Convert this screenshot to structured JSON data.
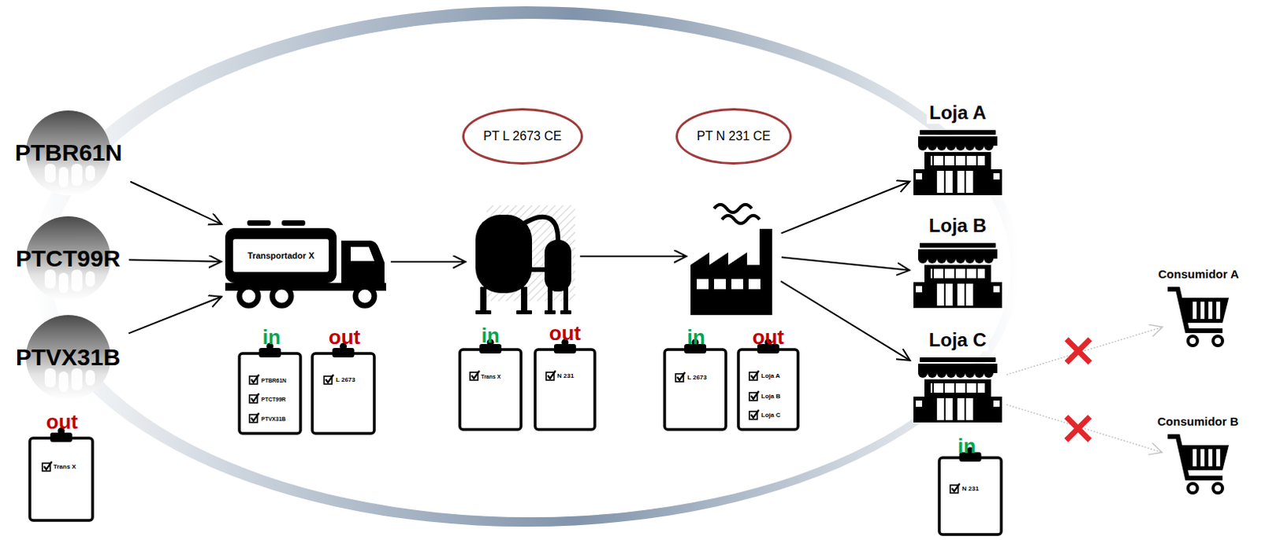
{
  "diagram": {
    "nodes": [
      {
        "text": [
          "PTBR61N"
        ]
      },
      {
        "text": [
          "PTCT99R"
        ]
      },
      {
        "text": [
          "PTVX31B"
        ]
      },
      {
        "text": [
          "Transportador X"
        ]
      },
      {
        "text": [
          "PT L 2673 CE"
        ]
      },
      {
        "text": [
          "PT N 231 CE"
        ]
      },
      {
        "text": [
          "Loja A"
        ]
      },
      {
        "text": [
          "Loja B"
        ]
      },
      {
        "text": [
          "Loja C"
        ]
      },
      {
        "text": [
          "Consumidor A"
        ]
      },
      {
        "text": [
          "Consumidor B"
        ]
      }
    ],
    "edges": [
      {
        "from": 0,
        "to": 3,
        "arrow": "to"
      },
      {
        "from": 1,
        "to": 3,
        "arrow": "to"
      },
      {
        "from": 2,
        "to": 3,
        "arrow": "to"
      },
      {
        "from": 3,
        "to": 4,
        "arrow": "to"
      },
      {
        "from": 4,
        "to": 5,
        "arrow": "to"
      },
      {
        "from": 5,
        "to": 6,
        "arrow": "to"
      },
      {
        "from": 5,
        "to": 7,
        "arrow": "to"
      },
      {
        "from": 5,
        "to": 8,
        "arrow": "to"
      },
      {
        "from": 8,
        "to": 9,
        "arrow": "to"
      },
      {
        "from": 8,
        "to": 10,
        "arrow": "to"
      }
    ],
    "labels": [
      "out",
      "Trans X",
      "in",
      "PTBR61N",
      "PTCT99R",
      "PTVX31B",
      "out",
      "L 2673",
      "in",
      "Trans X",
      "out",
      "N 231",
      "in",
      "L 2673",
      "out",
      "Loja A",
      "Loja B",
      "Loja C",
      "in",
      "N 231"
    ]
  }
}
